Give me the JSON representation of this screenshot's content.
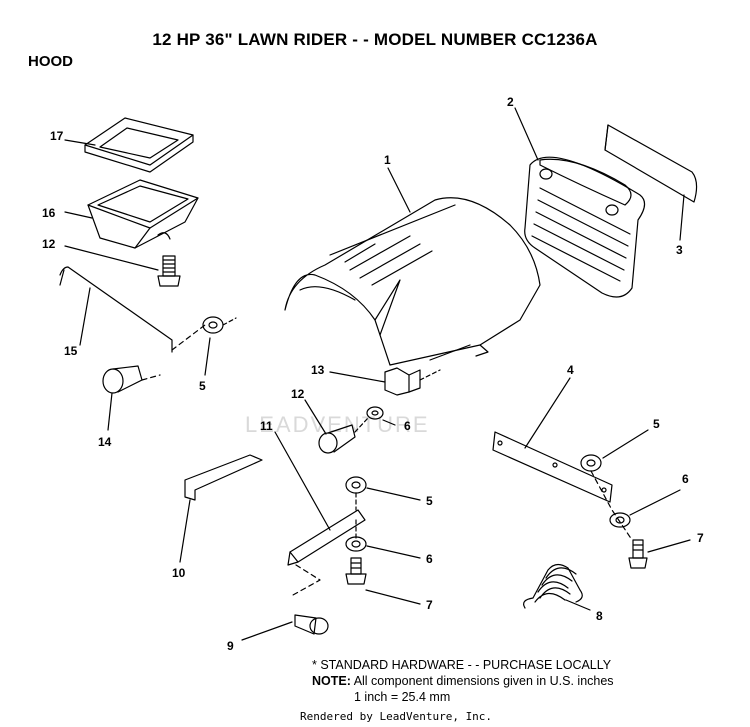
{
  "page": {
    "title": "12 HP 36\" LAWN RIDER - - MODEL NUMBER CC1236A",
    "section": "HOOD",
    "watermark": "LEADVENTURE"
  },
  "callouts": {
    "c1": "1",
    "c2": "2",
    "c3": "3",
    "c4": "4",
    "c5a": "5",
    "c5b": "5",
    "c5c": "5",
    "c6a": "6",
    "c6b": "6",
    "c6c": "6",
    "c7a": "7",
    "c7b": "7",
    "c8": "8",
    "c9": "9",
    "c10": "10",
    "c11": "11",
    "c12a": "12",
    "c12b": "12",
    "c13": "13",
    "c14": "14",
    "c15": "15",
    "c16": "16",
    "c17": "17"
  },
  "notes": {
    "standard_hardware": "* STANDARD HARDWARE - - PURCHASE LOCALLY",
    "note_label": "NOTE:",
    "note_text": "All component dimensions given in U.S. inches",
    "conversion": "1 inch = 25.4 mm"
  },
  "footer": {
    "rendered_by": "Rendered by LeadVenture, Inc."
  }
}
